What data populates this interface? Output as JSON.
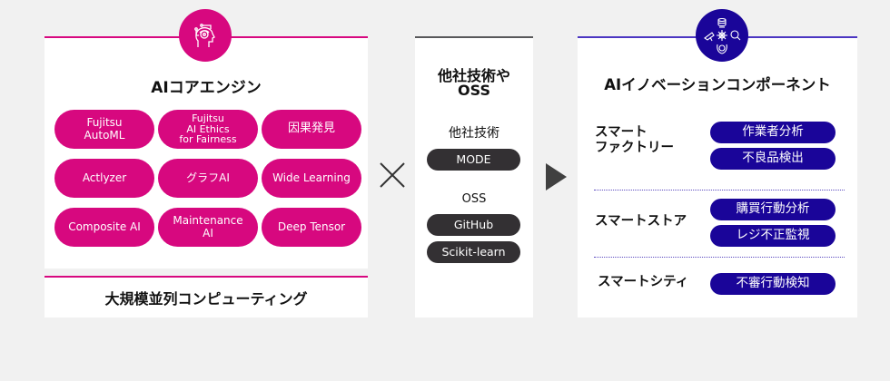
{
  "left": {
    "title": "AIコアエンジン",
    "icon": "ai-head-icon",
    "accent": "#d7087f",
    "pills": [
      {
        "label": "Fujitsu\nAutoML"
      },
      {
        "label": "Fujitsu\nAI Ethics\nfor Fairness"
      },
      {
        "label": "因果発見"
      },
      {
        "label": "Actlyzer"
      },
      {
        "label": "グラフAI"
      },
      {
        "label": "Wide Learning"
      },
      {
        "label": "Composite AI"
      },
      {
        "label": "Maintenance\nAI"
      },
      {
        "label": "Deep Tensor"
      }
    ],
    "footer": "大規模並列コンピューティング"
  },
  "operators": {
    "multiply": "×",
    "arrow": "▶"
  },
  "middle": {
    "title_line1": "他社技術や",
    "title_line2": "OSS",
    "accent": "#58585a",
    "group1": {
      "label": "他社技術",
      "items": [
        "MODE"
      ]
    },
    "group2": {
      "label": "OSS",
      "items": [
        "GitHub",
        "Scikit-learn"
      ]
    }
  },
  "right": {
    "title": "AIイノベーションコンポーネント",
    "icon": "innovation-components-icon",
    "accent": "#1a0599",
    "sections": [
      {
        "label": "スマート\nファクトリー",
        "items": [
          "作業者分析",
          "不良品検出"
        ]
      },
      {
        "label": "スマートストア",
        "items": [
          "購買行動分析",
          "レジ不正監視"
        ]
      },
      {
        "label": "スマートシティ",
        "items": [
          "不審行動検知"
        ]
      }
    ]
  }
}
